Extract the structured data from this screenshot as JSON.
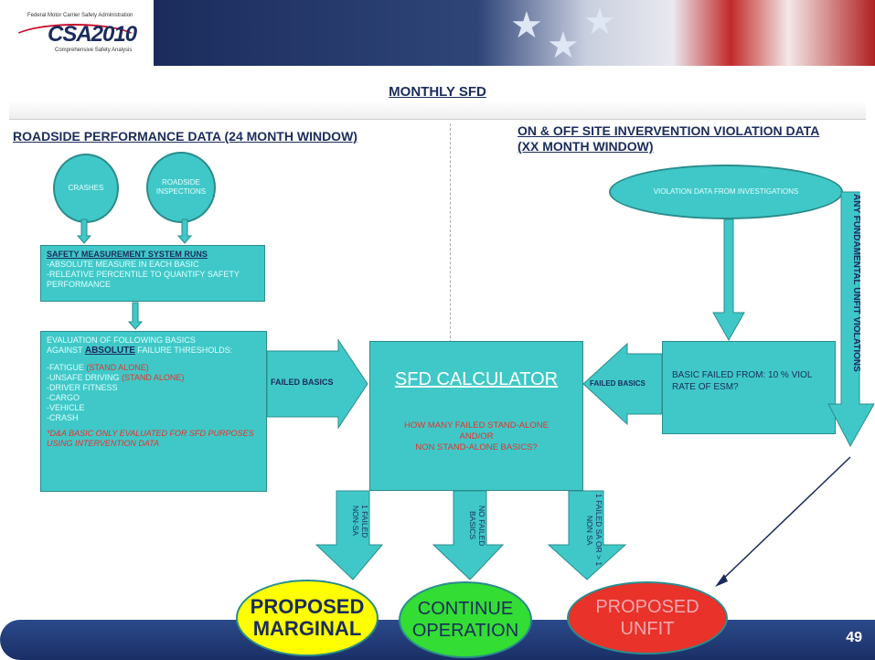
{
  "header": {
    "logo_line1": "Federal Motor Carrier Safety Administration",
    "logo_line2": "",
    "logo_text": "CSA2010",
    "logo_sub": "Comprehensive Safety Analysis"
  },
  "title": "MONTHLY SFD",
  "left_header": "ROADSIDE PERFORMANCE DATA (24 MONTH WINDOW)",
  "right_header_1": "ON & OFF SITE INVERVENTION VIOLATION DATA",
  "right_header_2": "(XX MONTH WINDOW)",
  "circle_crashes": "CRASHES",
  "circle_roadside": "ROADSIDE INSPECTIONS",
  "sms": {
    "title": "SAFETY MEASUREMENT SYSTEM RUNS",
    "line1": "-ABSOLUTE MEASURE IN EACH BASIC",
    "line2": "-RELEATIVE PERCENTILE TO QUANTIFY SAFETY PERFORMANCE"
  },
  "eval": {
    "line1": "EVALUATION OF FOLLOWING BASICS",
    "line2a": "AGAINST ",
    "line2b": "ABSOLUTE",
    "line2c": " FAILURE THRESHOLDS:",
    "fatigue": "-FATIGUE ",
    "fatigue_sa": "(STAND ALONE)",
    "unsafe": "-UNSAFE DRIVING ",
    "unsafe_sa": "(STAND ALONE)",
    "driver": "-DRIVER FITNESS",
    "cargo": "-CARGO",
    "vehicle": "-VEHICLE",
    "crash": "-CRASH",
    "da": "*D&A BASIC ONLY EVALUATED FOR SFD PURPOSES USING INTERVENTION DATA"
  },
  "failed_basics": "FAILED BASICS",
  "calc": {
    "title": "SFD CALCULATOR",
    "q1": "HOW MANY FAILED STAND-ALONE",
    "q2": "AND/OR",
    "q3": "NON STAND-ALONE BASICS?"
  },
  "violation_oval": "VIOLATION DATA FROM INVESTIGATIONS",
  "basic_failed": "BASIC FAILED FROM: 10 % VIOL RATE OF ESM?",
  "unfit_violations": "ANY FUNDAMENTAL UNFIT VIOLATIONS",
  "down_arrows": {
    "a1": "1 FAILED NON-SA",
    "a2": "NO FAILED BASICS",
    "a3": "1 FAILED SA OR > 1 NON SA"
  },
  "outcomes": {
    "marginal1": "PROPOSED",
    "marginal2": "MARGINAL",
    "continue1": "CONTINUE",
    "continue2": "OPERATION",
    "unfit1": "PROPOSED",
    "unfit2": "UNFIT"
  },
  "page_number": "49",
  "colors": {
    "teal": "#40c8c8",
    "navy": "#1b2c5c",
    "red": "#e8322a",
    "yellow": "#ffff00",
    "green": "#33dd33"
  }
}
